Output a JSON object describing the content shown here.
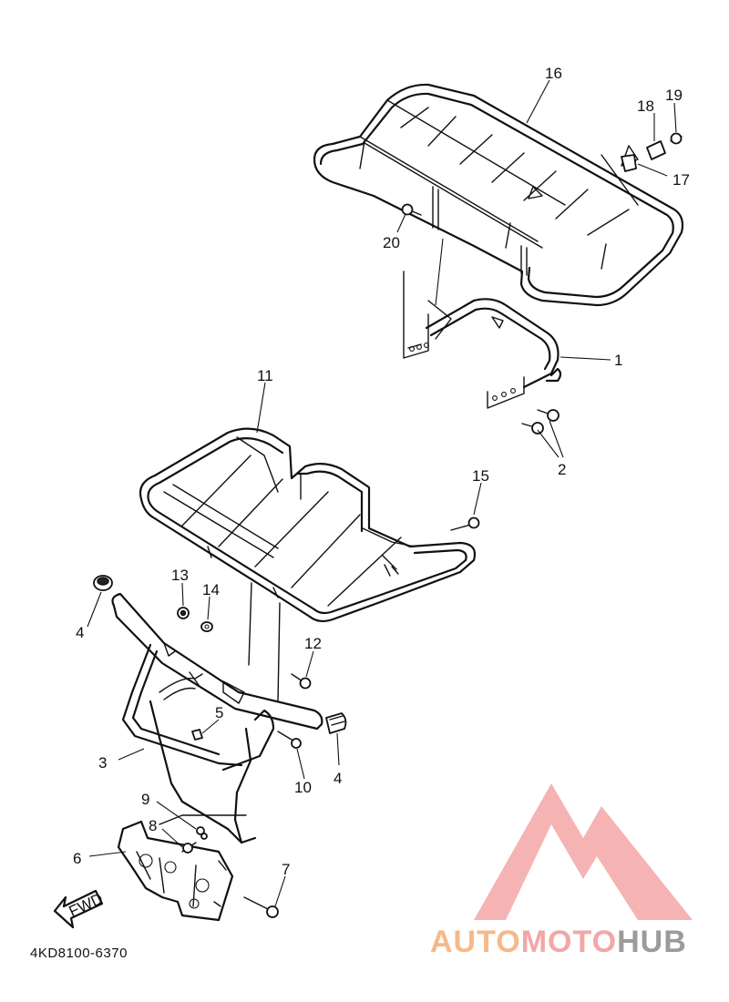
{
  "diagram": {
    "part_code": "4KD8100-6370",
    "fwd_label": "FWD",
    "callouts": [
      "1",
      "2",
      "3",
      "4",
      "4",
      "5",
      "6",
      "7",
      "8",
      "9",
      "10",
      "11",
      "12",
      "13",
      "14",
      "15",
      "16",
      "17",
      "18",
      "19",
      "20"
    ]
  },
  "watermark": {
    "part1": "AUTO",
    "part2": "MOTO",
    "part3": "HUB",
    "colors": {
      "auto": "#f5b98a",
      "moto": "#f2a7a7",
      "hub": "#9b9b9b",
      "logo": "#f08c8c"
    }
  }
}
